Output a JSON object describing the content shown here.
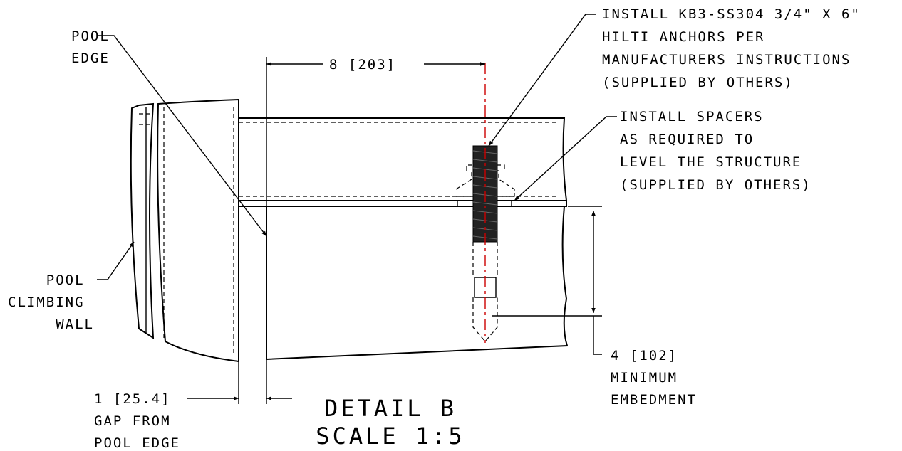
{
  "labels": {
    "pool_edge": [
      "POOL",
      "EDGE"
    ],
    "climbing_wall": [
      "POOL",
      "CLIMBING",
      "WALL"
    ],
    "dim_top": "8 [203]",
    "anchor_note": [
      "INSTALL KB3-SS304 3/4\" X 6\"",
      "HILTI ANCHORS PER",
      "MANUFACTURERS INSTRUCTIONS",
      "(SUPPLIED BY OTHERS)"
    ],
    "spacer_note": [
      "INSTALL SPACERS",
      "AS REQUIRED TO",
      "LEVEL THE STRUCTURE",
      "(SUPPLIED BY OTHERS)"
    ],
    "embed_note": [
      "4 [102]",
      "MINIMUM",
      "EMBEDMENT"
    ],
    "gap_note": [
      "1 [25.4]",
      "GAP FROM",
      "POOL EDGE"
    ],
    "detail_title": "DETAIL B",
    "detail_scale": "SCALE 1:5"
  },
  "colors": {
    "line": "#000000",
    "centerline": "#cc0000",
    "background": "#ffffff"
  }
}
